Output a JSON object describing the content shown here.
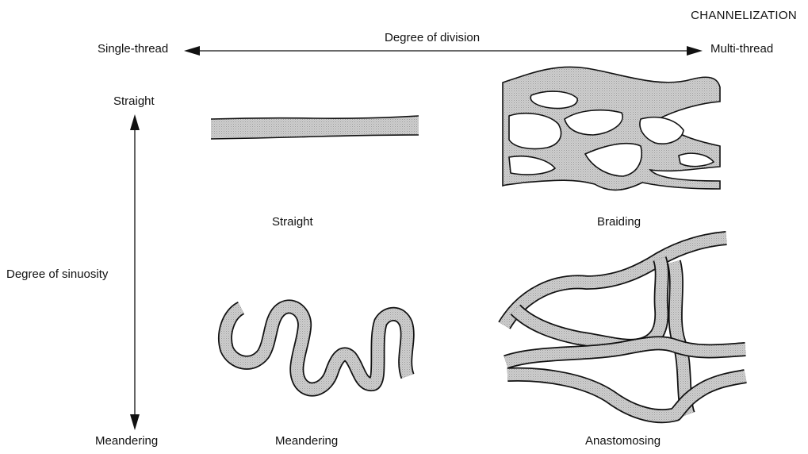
{
  "header": {
    "title": "CHANNELIZATION"
  },
  "axes": {
    "horizontal": {
      "label": "Degree of division",
      "left_end": "Single-thread",
      "right_end": "Multi-thread"
    },
    "vertical": {
      "label": "Degree of sinuosity",
      "top_end": "Straight",
      "bottom_end": "Meandering"
    }
  },
  "panels": {
    "straight": {
      "label": "Straight"
    },
    "braiding": {
      "label": "Braiding"
    },
    "meandering": {
      "label": "Meandering"
    },
    "anastomosing": {
      "label": "Anastomosing"
    }
  },
  "colors": {
    "channel_fill": "#c8c8c8",
    "outline": "#111111",
    "background": "#ffffff"
  }
}
